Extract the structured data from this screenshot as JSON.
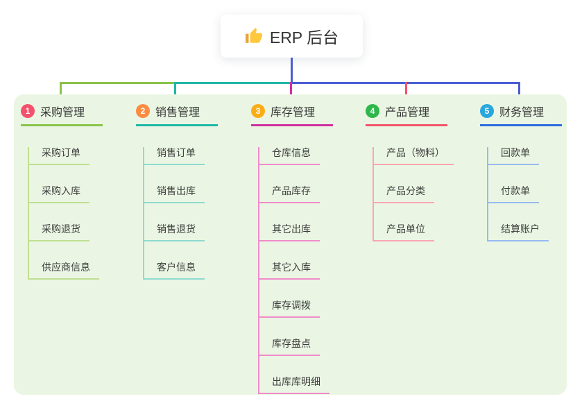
{
  "root": {
    "label": "ERP 后台",
    "icon": "thumbs-up-icon",
    "icon_color": "#FFC83D"
  },
  "connector_colors": {
    "root_line": "#4A5DD4",
    "bus_segments": [
      "#8BC34A",
      "#1DB8A6",
      "#4A5DD4"
    ],
    "drops": [
      "#8BC34A",
      "#1DB8A6",
      "#D02F9F",
      "#F4526B",
      "#4A5DD4"
    ]
  },
  "canvas": {
    "background": "#FFFFFF",
    "panel_background": "#EAF6E3"
  },
  "branches": [
    {
      "badge": "1",
      "badge_color": "#F4516C",
      "label": "采购管理",
      "line_color": "#8BC34A",
      "child_line_color": "#BFDF93",
      "children": [
        "采购订单",
        "采购入库",
        "采购退货",
        "供应商信息"
      ]
    },
    {
      "badge": "2",
      "badge_color": "#FB8C42",
      "label": "销售管理",
      "line_color": "#1DB8A6",
      "child_line_color": "#8FDACF",
      "children": [
        "销售订单",
        "销售出库",
        "销售退货",
        "客户信息"
      ]
    },
    {
      "badge": "3",
      "badge_color": "#FBAD18",
      "label": "库存管理",
      "line_color": "#D02F9F",
      "child_line_color": "#F08BCB",
      "children": [
        "仓库信息",
        "产品库存",
        "其它出库",
        "其它入库",
        "库存调拨",
        "库存盘点",
        "出库库明细"
      ]
    },
    {
      "badge": "4",
      "badge_color": "#2EB84C",
      "label": "产品管理",
      "line_color": "#F4526B",
      "child_line_color": "#F9A6B1",
      "children": [
        "产品（物料）",
        "产品分类",
        "产品单位"
      ]
    },
    {
      "badge": "5",
      "badge_color": "#29A7DE",
      "label": "财务管理",
      "line_color": "#2A6BE0",
      "child_line_color": "#98B9F0",
      "children": [
        "回款单",
        "付款单",
        "结算账户"
      ]
    }
  ]
}
